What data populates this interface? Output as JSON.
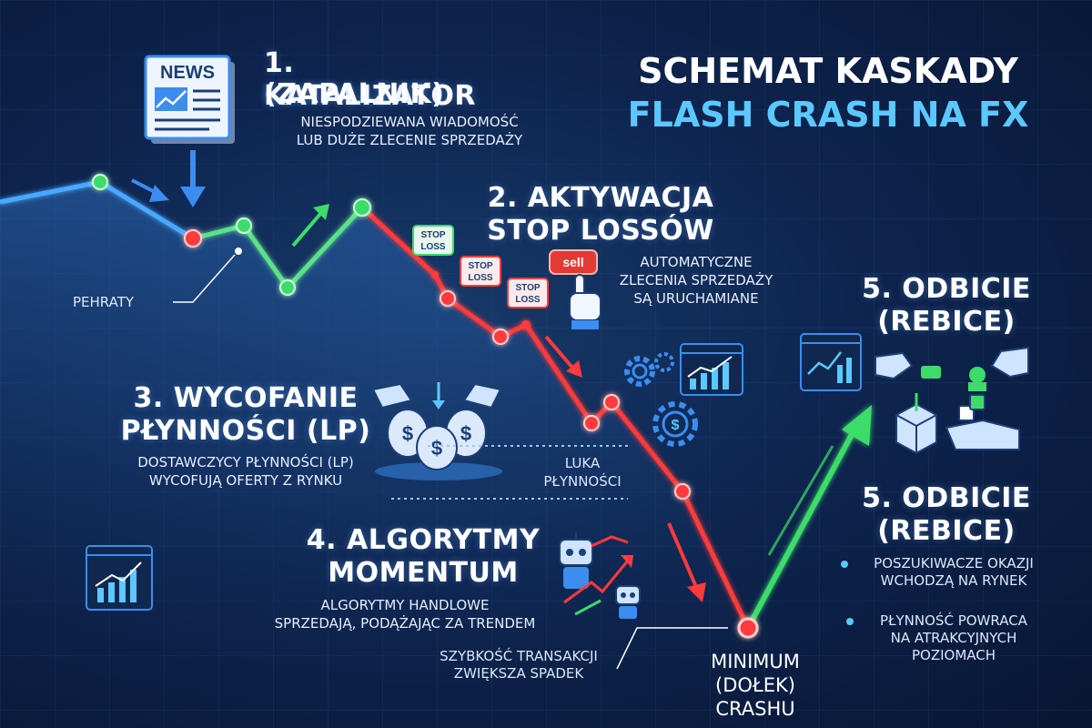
{
  "title": {
    "line1": "SCHEMAT KASKADY",
    "line2": "FLASH CRASH NA FX"
  },
  "colors": {
    "background": "#0e2550",
    "accent": "#5cc8ff",
    "rise": "#3ddc6a",
    "fall": "#ff3b3b",
    "text": "#ffffff"
  },
  "news_badge": "NEWS",
  "step1": {
    "title1": "1. KATALIZATOR",
    "title2": "(ZAPALNIK)",
    "desc1": "NIESPODZIEWANA WIADOMOŚĆ",
    "desc2": "LUB DUŻE ZLECENIE SPRZEDAŻY"
  },
  "pehraty": "PEHRATY",
  "step2": {
    "title1": "2. AKTYWACJA",
    "title2": "STOP LOSSÓW",
    "desc1": "AUTOMATYCZNE",
    "desc2": "ZLECENIA SPRZEDAŻY",
    "desc3": "SĄ URUCHAMIANE"
  },
  "stop_tags": [
    {
      "l1": "STOP",
      "l2": "LOSS"
    },
    {
      "l1": "STOP",
      "l2": "LOSS"
    },
    {
      "l1": "STOP",
      "l2": "LOSS"
    }
  ],
  "sell_label": "sell",
  "step3": {
    "title1": "3. WYCOFANIE",
    "title2": "PŁYNNOŚCI (LP)",
    "desc1": "DOSTAWCZYCY PŁYNNOŚCI (LP)",
    "desc2": "WYCOFUJĄ OFERTY Z RYNKU"
  },
  "gap": {
    "line1": "LUKA",
    "line2": "PŁYNNOŚCI"
  },
  "step4": {
    "title1": "4. ALGORYTMY",
    "title2": "MOMENTUM",
    "desc1": "ALGORYTMY HANDLOWE",
    "desc2": "SPRZEDAJĄ, PODĄŻAJĄC ZA TRENDEM",
    "speed1": "SZYBKOŚĆ TRANSAKCJI",
    "speed2": "ZWIĘKSZA SPADEK"
  },
  "minimum": {
    "line1": "MINIMUM",
    "line2": "(DOŁEK) CRASHU"
  },
  "step5a": {
    "title1": "5. ODBICIE",
    "title2": "(REBICE)"
  },
  "step5b": {
    "title1": "5. ODBICIE",
    "title2": "(REBICE)",
    "bullet1a": "POSZUKIWACZE OKAZJI",
    "bullet1b": "WCHODZĄ NA RYNEK",
    "bullet2a": "PŁYNNOŚĆ POWRACA",
    "bullet2b": "NA ATRAKCYJNYCH",
    "bullet2c": "POZIOMACH"
  },
  "icons": [
    "newspaper-icon",
    "stop-loss-tag-icon",
    "sell-button-icon",
    "hand-click-icon",
    "gear-icon",
    "chart-window-icon",
    "dollar-gear-icon",
    "money-bags-icon",
    "robot-icon",
    "chart-up-icon",
    "handshake-icon",
    "box-icon"
  ]
}
